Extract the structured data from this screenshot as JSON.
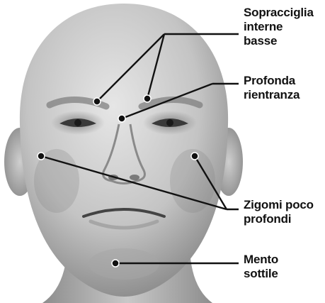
{
  "labels": {
    "eyebrows": {
      "line1": "Sopracciglia",
      "line2": "interne",
      "line3": "basse"
    },
    "indent": {
      "line1": "Profonda",
      "line2": "rientranza"
    },
    "cheekbones": {
      "line1": "Zigomi poco",
      "line2": "profondi"
    },
    "chin": {
      "line1": "Mento",
      "line2": "sottile"
    }
  },
  "colors": {
    "background": "#ffffff",
    "text": "#111111",
    "leader_line": "#111111",
    "skin_light": "#e3e3e3",
    "skin_mid": "#bdbdbd",
    "skin_dark": "#6f6f6f"
  }
}
